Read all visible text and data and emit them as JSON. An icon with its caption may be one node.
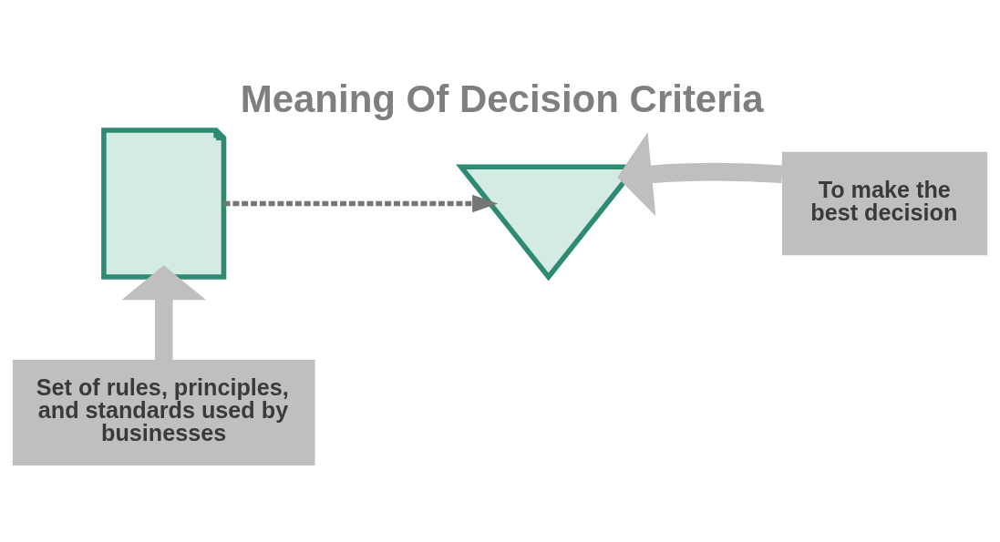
{
  "diagram": {
    "title": "Meaning Of Decision Criteria",
    "nodes": [
      {
        "text": [],
        "shape": "picture"
      },
      {
        "text": [],
        "shape": "picture"
      },
      {
        "text": [
          "Set of rules, principles, and standards used by businesses"
        ]
      },
      {
        "text": [
          "To make the best decision"
        ]
      }
    ],
    "edges": [
      {
        "from": 0,
        "to": 1,
        "arrow": "to",
        "style": "dashed",
        "color": "#767676"
      },
      {
        "from": 2,
        "to": 0,
        "arrow": "to"
      },
      {
        "from": 3,
        "to": 1,
        "arrow": "to"
      }
    ]
  }
}
